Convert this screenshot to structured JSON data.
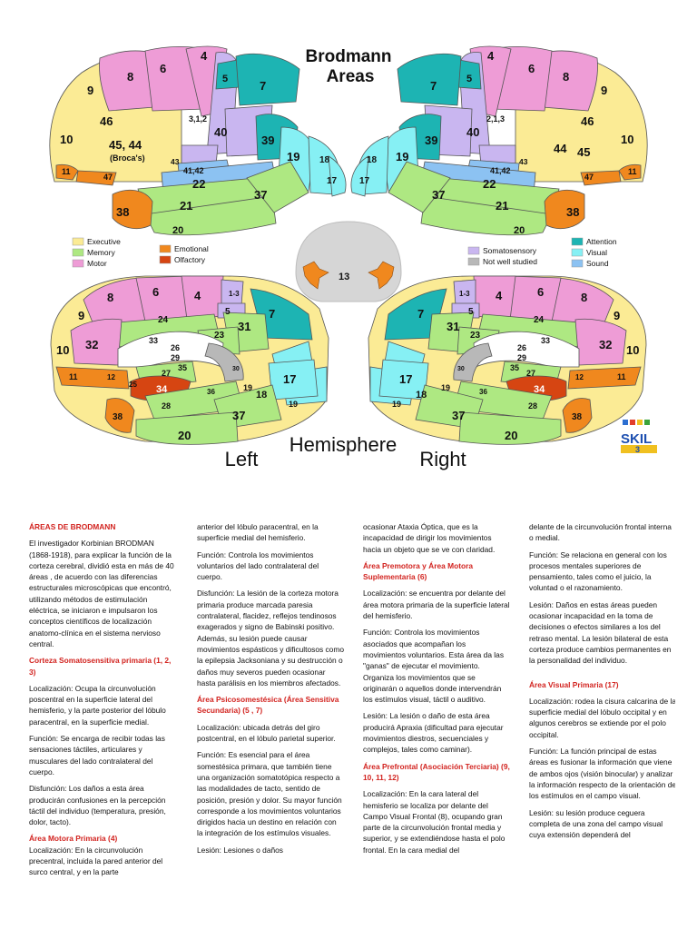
{
  "figure": {
    "title_line1": "Brodmann",
    "title_line2": "Areas",
    "hemisphere": "Hemisphere",
    "left": "Left",
    "right": "Right",
    "center_label": "13",
    "legend": {
      "executive": "Executive",
      "memory": "Memory",
      "motor": "Motor",
      "emotional": "Emotional",
      "olfactory": "Olfactory",
      "somatosensory": "Somatosensory",
      "not_studied": "Not well studied",
      "attention": "Attention",
      "visual": "Visual",
      "sound": "Sound"
    },
    "colors": {
      "executive": "#fbeb95",
      "memory": "#aee882",
      "motor": "#ee9cd6",
      "emotional": "#f0881e",
      "olfactory": "#d64512",
      "somatosensory": "#c9b6f0",
      "not_studied": "#b8b8b8",
      "attention": "#1db4b3",
      "visual": "#86f0f4",
      "sound": "#8cc2f2"
    },
    "lateral_left_labels": [
      "4",
      "6",
      "8",
      "9",
      "46",
      "10",
      "45, 44",
      "(Broca's)",
      "11",
      "47",
      "38",
      "5",
      "7",
      "3,1,2",
      "40",
      "39",
      "43",
      "41,42",
      "22",
      "21",
      "20",
      "37",
      "19",
      "18",
      "17"
    ],
    "lateral_right_labels": [
      "4",
      "6",
      "8",
      "9",
      "46",
      "44",
      "45",
      "10",
      "11",
      "47",
      "38",
      "5",
      "7",
      "2,1,3",
      "40",
      "39",
      "43",
      "41,42",
      "22",
      "21",
      "20",
      "37",
      "19",
      "18",
      "17"
    ],
    "medial_left_labels": [
      "6",
      "4",
      "1-3",
      "5",
      "8",
      "7",
      "31",
      "9",
      "24",
      "32",
      "33",
      "23",
      "26",
      "29",
      "30",
      "10",
      "35",
      "27",
      "11",
      "12",
      "25",
      "34",
      "28",
      "36",
      "19",
      "18",
      "17",
      "38",
      "37",
      "20",
      "19"
    ],
    "medial_right_labels": [
      "4",
      "6",
      "1-3",
      "5",
      "8",
      "7",
      "31",
      "9",
      "24",
      "32",
      "33",
      "23",
      "26",
      "29",
      "30",
      "10",
      "35",
      "27",
      "12",
      "11",
      "34",
      "28",
      "36",
      "19",
      "18",
      "17",
      "38",
      "37",
      "20",
      "19"
    ],
    "logo": "SKIL",
    "logo_num": "3"
  },
  "columns": {
    "c1": {
      "h1": "ÁREAS DE BRODMANN",
      "p1": "El investigador Korbinian BRODMAN (1868-1918), para explicar la función de la corteza cerebral, dividió esta en más de 40 áreas , de acuerdo con las diferencias estructurales microscópicas que encontró, utilizando métodos de estimulación eléctrica, se iniciaron e impulsaron los conceptos científicos de localización anatomo-clínica en el sistema nervioso central.",
      "h2": "Corteza Somatosensitiva primaria (1, 2, 3)",
      "p2": "Localización: Ocupa la circunvolución poscentral en la superficie lateral del hemisferio, y la parte posterior del lóbulo paracentral, en la superficie medial.",
      "p3": "Función: Se encarga de recibir todas las sensaciones táctiles, articulares y musculares del lado contralateral del cuerpo.",
      "p4": "Disfunción: Los daños a esta área producirán confusiones en la percepción táctil del individuo (temperatura, presión, dolor, tacto).",
      "h3": "Área Motora Primaria (4)",
      "p5": "Localización: En la circunvolución precentral, incluida la pared anterior del surco central, y en la parte"
    },
    "c2": {
      "p1": "anterior del lóbulo paracentral, en la superficie medial del hemisferio.",
      "p2": "Función: Controla los movimientos voluntarios del lado contralateral del cuerpo.",
      "p3": "Disfunción: La lesión de la corteza motora primaria produce marcada paresia contralateral, flacidez, reflejos tendinosos exagerados y signo de Babinski positivo. Además, su lesión puede causar movimientos espásticos y dificultosos como la epilepsia Jacksoniana y su destrucción o daños muy severos pueden ocasionar hasta parálisis en los miembros afectados.",
      "h1": "Área Psicosomestésica (Área Sensitiva Secundaria) (5 , 7)",
      "p4": "Localización: ubicada detrás del giro postcentral, en el lóbulo parietal superior.",
      "p5": "Función: Es esencial para el área somestésica primara, que también tiene una organización somatotópica respecto a las modalidades de tacto, sentido de posición, presión y dolor. Su mayor función corresponde a los movimientos voluntarios dirigidos hacia un destino en relación con la integración de los estímulos visuales.",
      "p6": "Lesión: Lesiones o daños"
    },
    "c3": {
      "p1": "ocasionar Ataxia Óptica, que es la incapacidad de dirigir los movimientos hacia un objeto que se ve con claridad.",
      "h1": "Área Premotora y Área Motora Suplementaria (6)",
      "p2": "Localización: se encuentra por delante del área motora primaria de la superficie lateral del hemisferio.",
      "p3": "Función: Controla los movimientos asociados que acompañan los movimientos voluntarios. Esta área da las \"ganas\" de ejecutar el movimiento. Organiza los movimientos que se originarán o aquellos donde intervendrán los estímulos visual, táctil o auditivo.",
      "p4": "Lesión: La lesión o daño de esta área producirá Apraxia (dificultad para ejecutar movimientos diestros, secuenciales y complejos, tales como caminar).",
      "h2": "Área Prefrontal (Asociación Terciaria) (9, 10, 11, 12)",
      "p5": "Localización: En la cara lateral del hemisferio se localiza por delante del Campo Visual Frontal (8), ocupando gran parte de la circunvolución frontal media y superior, y se extendiéndose hasta el polo frontal. En la cara medial del"
    },
    "c4": {
      "p1": "delante de la circunvolución frontal interna o medial.",
      "p2": "Función: Se relaciona en general con los procesos mentales superiores de pensamiento, tales como el juicio, la voluntad o el razonamiento.",
      "p3": "Lesión: Daños en estas áreas pueden ocasionar incapacidad en la toma de decisiones o efectos similares a los del retraso mental. La lesión bilateral de esta corteza produce cambios permanentes en la personalidad del individuo.",
      "h1": "Área Visual Primaria (17)",
      "p4": "Localización: rodea la cisura calcarina de la superficie medial del lóbulo occipital y en algunos cerebros se extiende por el polo occipital.",
      "p5": "Función: La función principal de estas áreas es fusionar la información que viene de ambos ojos (visión binocular) y analizar la información respecto de la orientación de los estímulos en el campo visual.",
      "p6": "Lesión: su lesión produce ceguera completa de una zona del campo visual cuya extensión dependerá del"
    }
  }
}
